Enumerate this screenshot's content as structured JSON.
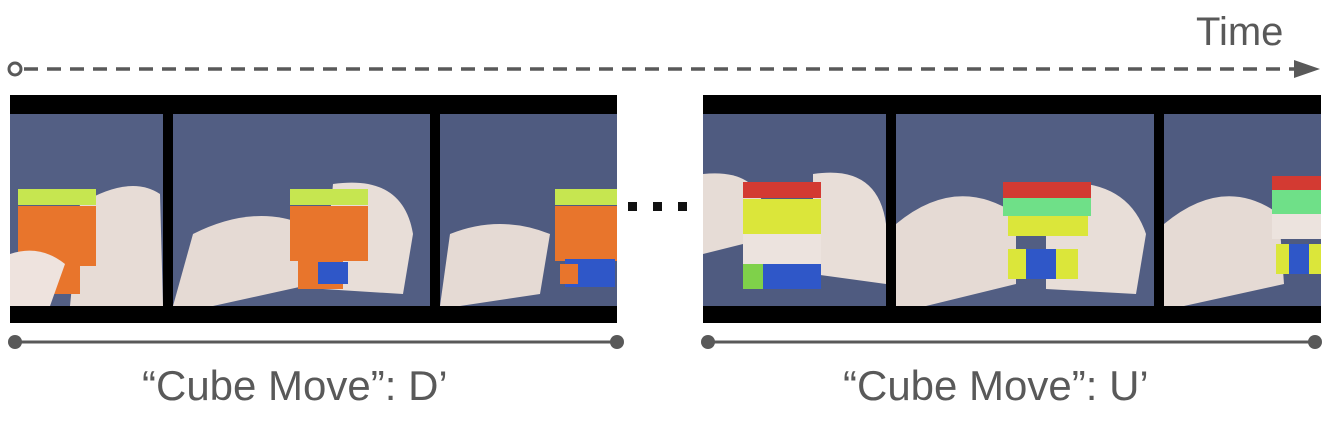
{
  "time_axis": {
    "label": "Time"
  },
  "clips": [
    {
      "caption": "“Cube Move”: D’"
    },
    {
      "caption": "“Cube Move”: U’"
    }
  ],
  "ellipsis_icon": "ellipsis-icon"
}
